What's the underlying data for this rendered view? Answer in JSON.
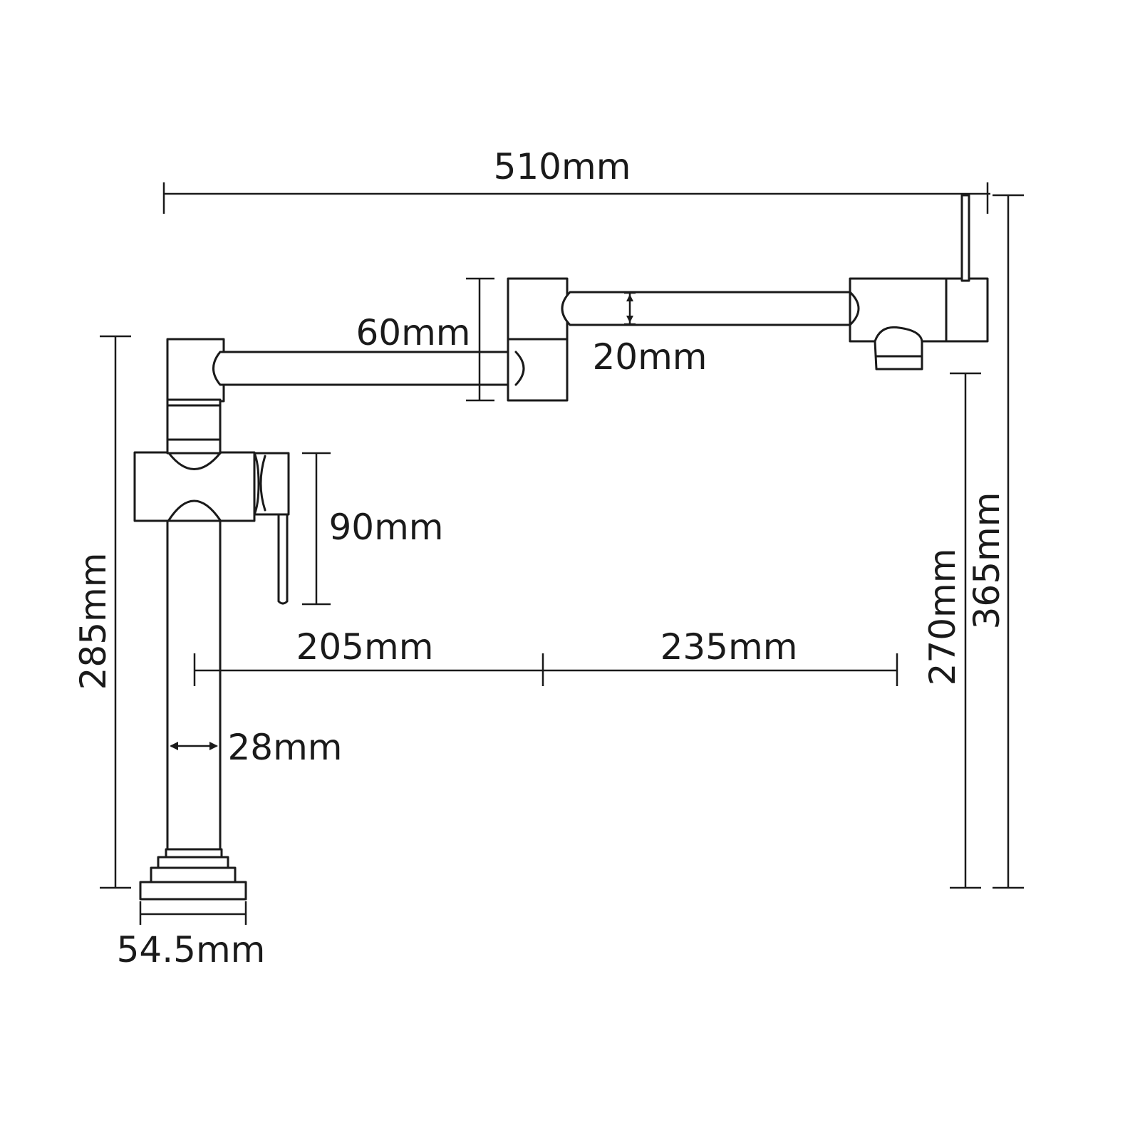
{
  "colors": {
    "line": "#1a1a1a",
    "background": "#ffffff"
  },
  "dimensions": {
    "overall_width": "510mm",
    "first_arm_height": "60mm",
    "arm_diameter": "20mm",
    "handle_height": "90mm",
    "overall_height_left": "285mm",
    "spout_clearance": "270mm",
    "overall_height_right": "365mm",
    "reach_inner": "205mm",
    "reach_outer": "235mm",
    "column_diameter": "28mm",
    "base_diameter": "54.5mm"
  }
}
